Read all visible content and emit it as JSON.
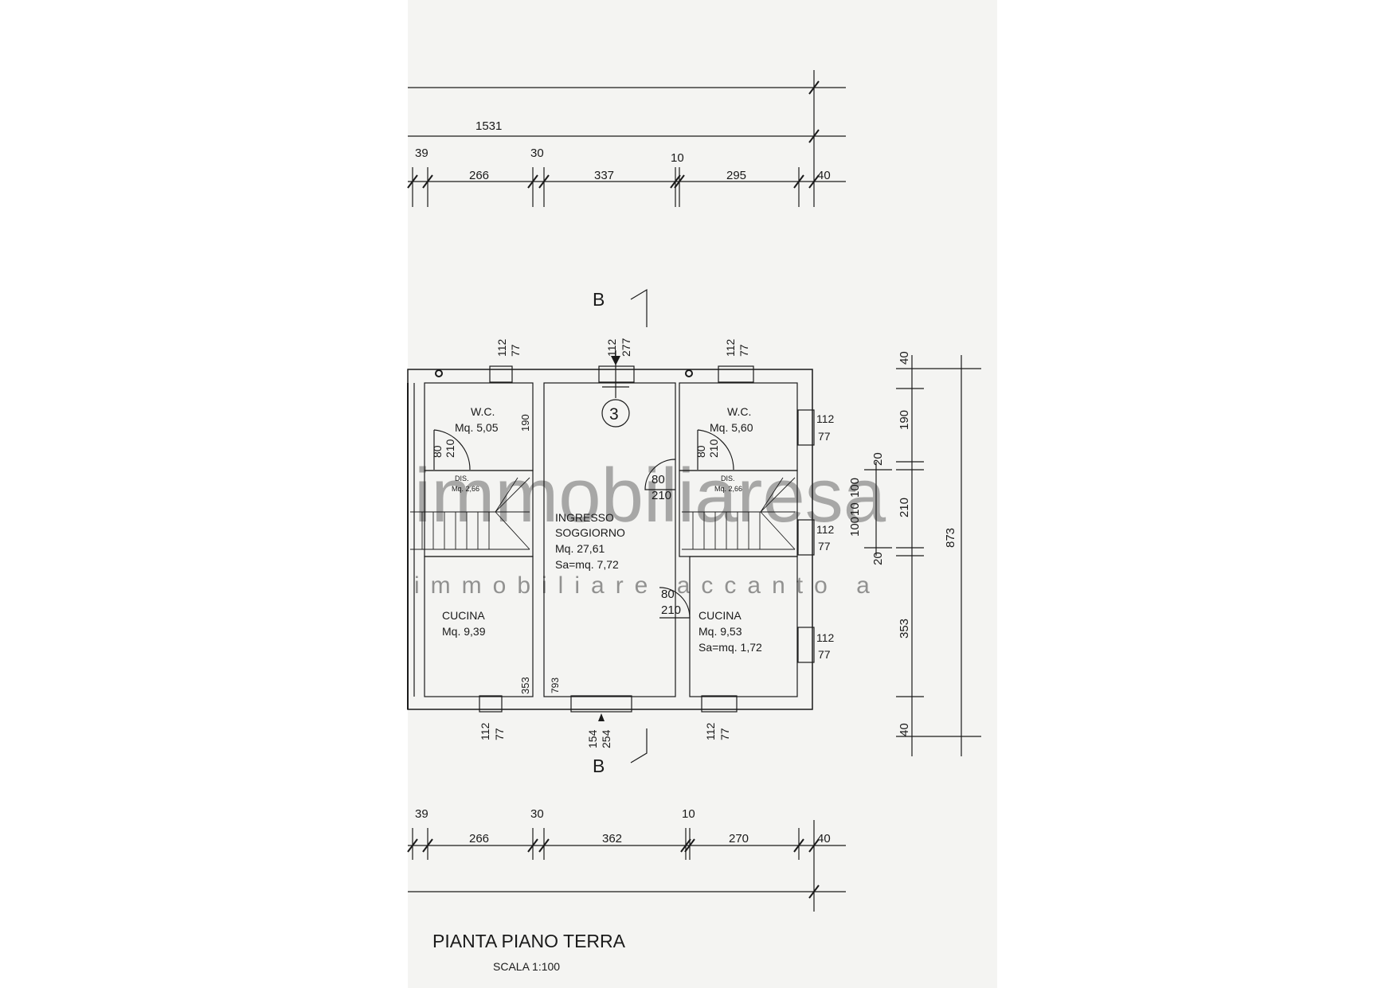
{
  "drawing": {
    "title": "PIANTA PIANO TERRA",
    "scale": "SCALA 1:100"
  },
  "top_dimensions": {
    "overall": "1531",
    "walls": [
      "39",
      "30",
      "10",
      "40"
    ],
    "spans": [
      "266",
      "337",
      "295"
    ]
  },
  "bottom_dimensions": {
    "walls": [
      "39",
      "30",
      "10",
      "40"
    ],
    "spans": [
      "266",
      "362",
      "270"
    ]
  },
  "right_dimensions": {
    "overall": "873",
    "inner": [
      "40",
      "190",
      "20",
      "100",
      "10",
      "100",
      "20",
      "210",
      "353",
      "40"
    ]
  },
  "section": {
    "marker": "B",
    "mark_number": "3"
  },
  "rooms": {
    "wc_left": {
      "name": "W.C.",
      "area": "Mq. 5,05",
      "dim": "190"
    },
    "wc_right": {
      "name": "W.C.",
      "area": "Mq. 5,60"
    },
    "dis_left": {
      "name": "DIS.",
      "area": "Mq. 2,66"
    },
    "dis_right": {
      "name": "DIS.",
      "area": "Mq. 2,66"
    },
    "living": {
      "name1": "INGRESSO",
      "name2": "SOGGIORNO",
      "area": "Mq. 27,61",
      "sa": "Sa=mq. 7,72",
      "dim": "793"
    },
    "kitchen_left": {
      "name": "CUCINA",
      "area": "Mq. 9,39",
      "dim": "353"
    },
    "kitchen_right": {
      "name": "CUCINA",
      "area": "Mq. 9,53",
      "sa": "Sa=mq. 1,72"
    }
  },
  "openings": {
    "window_w": "112",
    "window_h": "77",
    "door_w": "80",
    "door_h": "210",
    "entry_top_w": "112",
    "entry_top_h": "277",
    "entry_bottom_w": "154",
    "entry_bottom_h": "254"
  },
  "watermark": {
    "main": "immobiliaresa",
    "sub": "immobiliare accanto a"
  }
}
